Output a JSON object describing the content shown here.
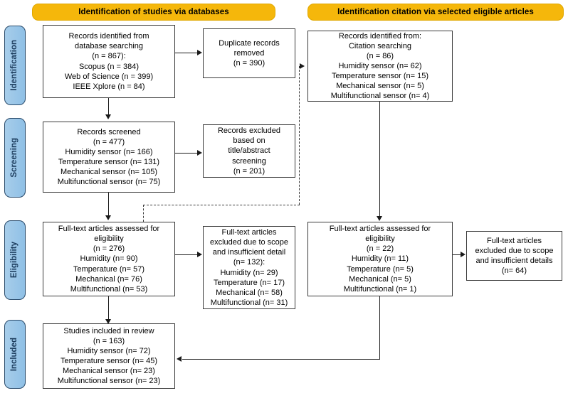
{
  "headers": [
    {
      "id": "databases",
      "label": "Identification of studies via databases"
    },
    {
      "id": "citations",
      "label": "Identification citation via selected eligible articles"
    }
  ],
  "stage_labels": [
    {
      "id": "identification",
      "label": "Identification"
    },
    {
      "id": "screening",
      "label": "Screening"
    },
    {
      "id": "eligibility",
      "label": "Eligibility"
    },
    {
      "id": "included",
      "label": "Included"
    }
  ],
  "boxes": {
    "records_identified": "Records identified from\ndatabase searching\n(n = 867):\nScopus (n = 384)\nWeb of Science (n = 399)\nIEEE Xplore (n = 84)",
    "duplicates_removed": "Duplicate records\nremoved\n(n = 390)",
    "citation_identified": "Records identified from:\nCitation searching\n(n = 86)\nHumidity sensor (n= 62)\nTemperature sensor (n= 15)\nMechanical sensor (n= 5)\nMultifunctional sensor (n= 4)",
    "records_screened": "Records screened\n(n = 477)\nHumidity sensor (n= 166)\nTemperature sensor (n= 131)\nMechanical sensor (n= 105)\nMultifunctional sensor (n= 75)",
    "records_excluded": "Records excluded\nbased on\ntitle/abstract\nscreening\n(n = 201)",
    "fulltext_assessed_db": "Full-text articles assessed for\neligibility\n(n = 276)\nHumidity (n= 90)\nTemperature (n= 57)\nMechanical (n= 76)\nMultifunctional (n= 53)",
    "fulltext_excluded_db": "Full-text articles\nexcluded due to scope\nand insufficient detail\n(n= 132):\nHumidity (n= 29)\nTemperature (n= 17)\nMechanical (n= 58)\nMultifunctional (n= 31)",
    "fulltext_assessed_cite": "Full-text articles assessed for\neligibility\n(n = 22)\nHumidity (n= 11)\nTemperature (n= 5)\nMechanical (n= 5)\nMultifunctional (n= 1)",
    "fulltext_excluded_cite": "Full-text articles\nexcluded due to scope\nand insufficient details\n(n= 64)",
    "studies_included": "Studies included in review\n(n = 163)\nHumidity sensor (n= 72)\nTemperature sensor (n= 45)\nMechanical sensor (n= 23)\nMultifunctional sensor (n= 23)"
  },
  "colors": {
    "header_fill": "#f5b70b",
    "pill_fill": "#9cc8e8",
    "pill_border": "#2a4b6b",
    "box_border": "#3a3a3a",
    "line": "#1a1a1a"
  }
}
